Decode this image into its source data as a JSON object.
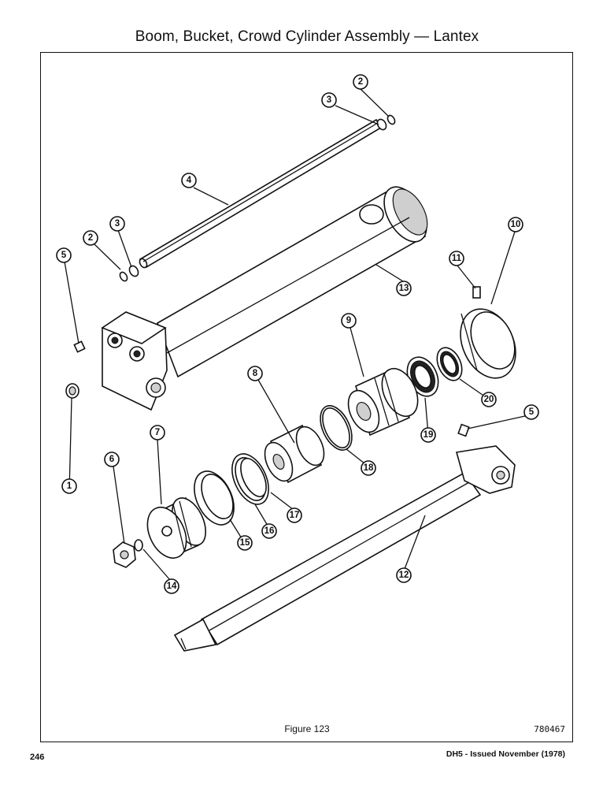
{
  "header": {
    "title": "Boom, Bucket, Crowd Cylinder Assembly — Lantex"
  },
  "figure": {
    "caption": "Figure 123",
    "drawing_number": "780467",
    "callouts": [
      {
        "id": "1",
        "label": "1"
      },
      {
        "id": "2a",
        "label": "2"
      },
      {
        "id": "2b",
        "label": "2"
      },
      {
        "id": "3a",
        "label": "3"
      },
      {
        "id": "3b",
        "label": "3"
      },
      {
        "id": "4",
        "label": "4"
      },
      {
        "id": "5a",
        "label": "5"
      },
      {
        "id": "5b",
        "label": "5"
      },
      {
        "id": "6",
        "label": "6"
      },
      {
        "id": "7",
        "label": "7"
      },
      {
        "id": "8",
        "label": "8"
      },
      {
        "id": "9",
        "label": "9"
      },
      {
        "id": "10",
        "label": "10"
      },
      {
        "id": "11",
        "label": "11"
      },
      {
        "id": "12",
        "label": "12"
      },
      {
        "id": "13",
        "label": "13"
      },
      {
        "id": "14",
        "label": "14"
      },
      {
        "id": "15",
        "label": "15"
      },
      {
        "id": "16",
        "label": "16"
      },
      {
        "id": "17",
        "label": "17"
      },
      {
        "id": "18",
        "label": "18"
      },
      {
        "id": "19",
        "label": "19"
      },
      {
        "id": "20",
        "label": "20"
      }
    ]
  },
  "footer": {
    "page_number": "246",
    "issued": "DH5 - Issued November (1978)"
  }
}
